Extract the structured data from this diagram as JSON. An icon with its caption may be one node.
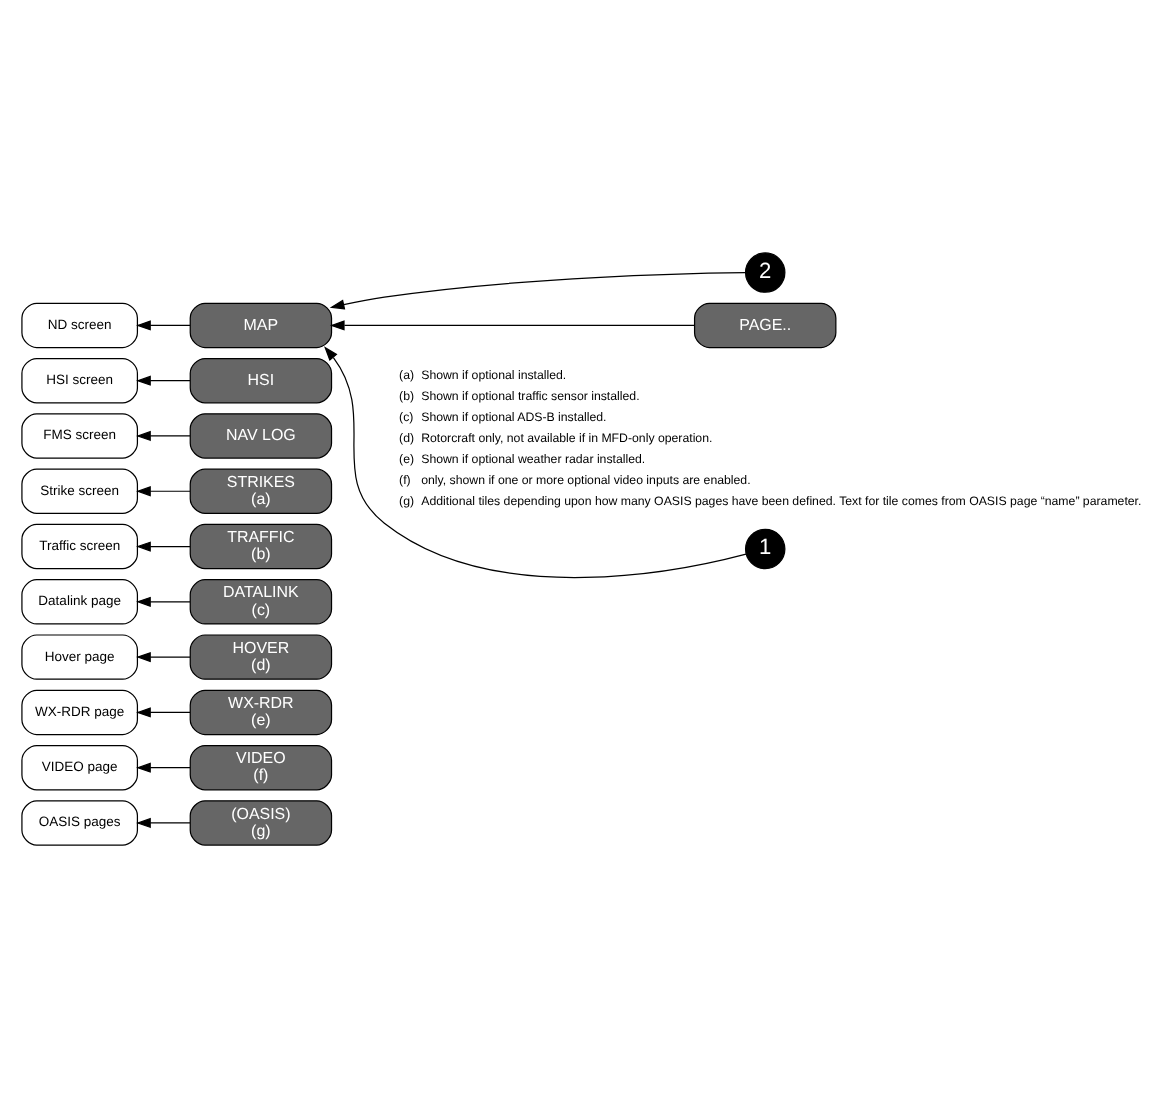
{
  "diagram": {
    "nodes": [
      {
        "text": [
          "2"
        ]
      },
      {
        "text": [
          "PAGE.."
        ]
      },
      {
        "text": [
          "1"
        ]
      },
      {
        "text": [
          "MAP"
        ]
      },
      {
        "text": [
          "HSI"
        ]
      },
      {
        "text": [
          "NAV LOG"
        ]
      },
      {
        "text": [
          "STRIKES",
          "(a)"
        ]
      },
      {
        "text": [
          "TRAFFIC",
          "(b)"
        ]
      },
      {
        "text": [
          "DATALINK",
          "(c)"
        ]
      },
      {
        "text": [
          "HOVER",
          "(d)"
        ]
      },
      {
        "text": [
          "WX-RDR",
          "(e)"
        ]
      },
      {
        "text": [
          "VIDEO",
          "(f)"
        ]
      },
      {
        "text": [
          "(OASIS)",
          "(g)"
        ]
      },
      {
        "text": [
          "ND screen"
        ]
      },
      {
        "text": [
          "HSI screen"
        ]
      },
      {
        "text": [
          "FMS screen"
        ]
      },
      {
        "text": [
          "Strike screen"
        ]
      },
      {
        "text": [
          "Traffic screen"
        ]
      },
      {
        "text": [
          "Datalink page"
        ]
      },
      {
        "text": [
          "Hover page"
        ]
      },
      {
        "text": [
          "WX-RDR page"
        ]
      },
      {
        "text": [
          "VIDEO page"
        ]
      },
      {
        "text": [
          "OASIS pages"
        ]
      }
    ],
    "edges": [
      {
        "from": 0,
        "to": 3,
        "arrow": "to"
      },
      {
        "from": 1,
        "to": 3,
        "arrow": "to"
      },
      {
        "from": 2,
        "to": 3,
        "arrow": "to"
      },
      {
        "from": 3,
        "to": 13,
        "arrow": "to"
      },
      {
        "from": 4,
        "to": 14,
        "arrow": "to"
      },
      {
        "from": 5,
        "to": 15,
        "arrow": "to"
      },
      {
        "from": 6,
        "to": 16,
        "arrow": "to"
      },
      {
        "from": 7,
        "to": 17,
        "arrow": "to"
      },
      {
        "from": 8,
        "to": 18,
        "arrow": "to"
      },
      {
        "from": 9,
        "to": 19,
        "arrow": "to"
      },
      {
        "from": 10,
        "to": 20,
        "arrow": "to"
      },
      {
        "from": 11,
        "to": 21,
        "arrow": "to"
      },
      {
        "from": 12,
        "to": 22,
        "arrow": "to"
      }
    ],
    "labels": [
      "(a)",
      "Shown if optional installed.",
      "(b)",
      "Shown if optional traffic sensor installed.",
      "(c)",
      "Shown if optional ADS-B installed.",
      "(d)",
      "Rotorcraft only, not available if in MFD-only operation.",
      "(e)",
      "Shown if optional weather radar installed.",
      "(f)",
      "only, shown if one or more optional video inputs are enabled.",
      "(g)",
      "Additional tiles depending upon how many OASIS pages have been defined. Text for tile comes from OASIS page “name” parameter."
    ]
  }
}
